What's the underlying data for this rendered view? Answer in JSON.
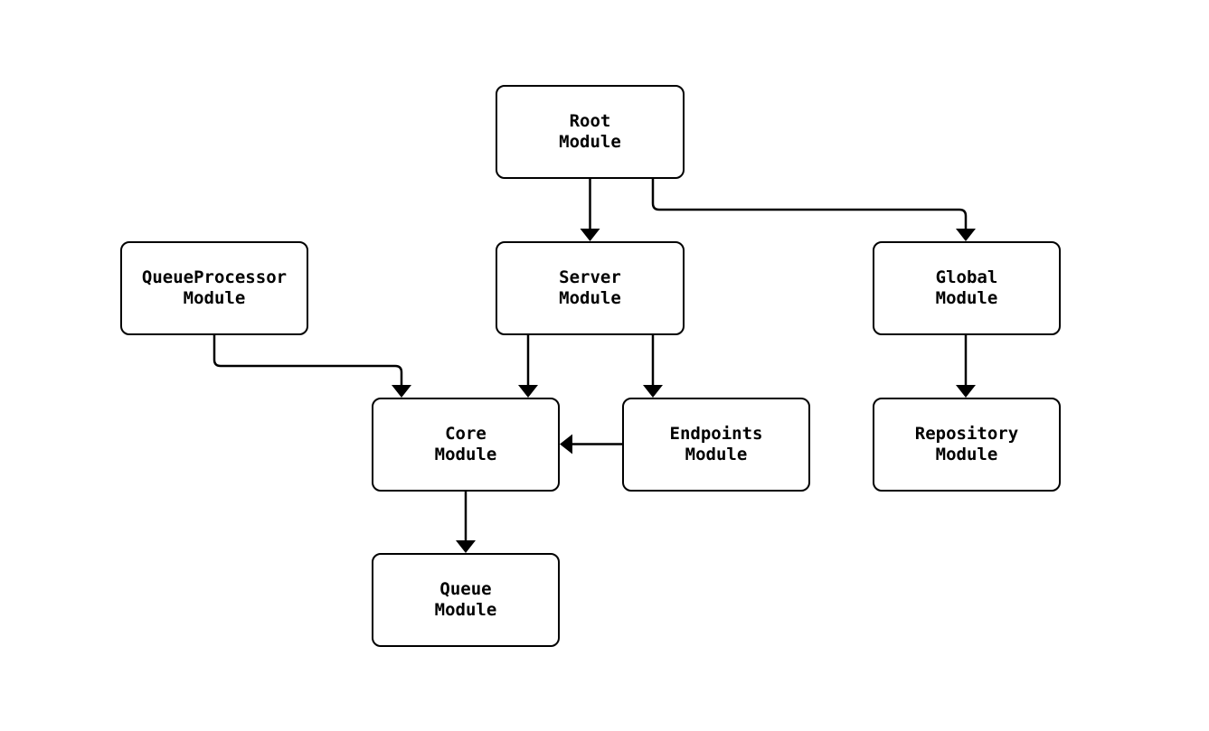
{
  "diagram": {
    "type": "module-dependency-flowchart",
    "colors": {
      "background": "#ffffff",
      "node_fill": "#ffffff",
      "node_border": "#000000",
      "edge": "#000000",
      "text": "#000000"
    },
    "nodes": [
      {
        "id": "root",
        "label": "Root\nModule"
      },
      {
        "id": "server",
        "label": "Server\nModule"
      },
      {
        "id": "queueprocessor",
        "label": "QueueProcessor\nModule"
      },
      {
        "id": "global",
        "label": "Global\nModule"
      },
      {
        "id": "core",
        "label": "Core\nModule"
      },
      {
        "id": "endpoints",
        "label": "Endpoints\nModule"
      },
      {
        "id": "repository",
        "label": "Repository\nModule"
      },
      {
        "id": "queue",
        "label": "Queue\nModule"
      }
    ],
    "edges": [
      {
        "from": "root",
        "to": "server"
      },
      {
        "from": "root",
        "to": "global"
      },
      {
        "from": "queueprocessor",
        "to": "core"
      },
      {
        "from": "server",
        "to": "core"
      },
      {
        "from": "server",
        "to": "endpoints"
      },
      {
        "from": "endpoints",
        "to": "core"
      },
      {
        "from": "global",
        "to": "repository"
      },
      {
        "from": "core",
        "to": "queue"
      }
    ]
  }
}
